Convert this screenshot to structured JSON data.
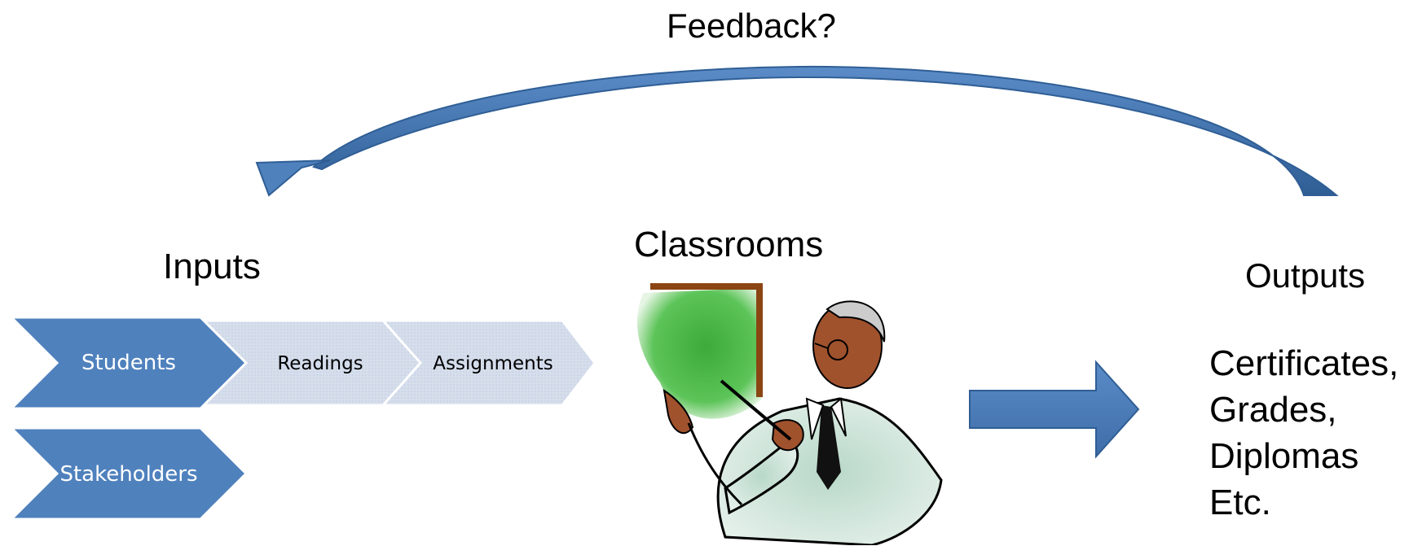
{
  "feedback": {
    "label": "Feedback?"
  },
  "inputs": {
    "title": "Inputs",
    "row1": [
      "Students",
      "Readings",
      "Assignments"
    ],
    "row2": [
      "Stakeholders"
    ]
  },
  "classrooms": {
    "title": "Classrooms"
  },
  "outputs": {
    "title": "Outputs",
    "items": [
      "Certificates,",
      "Grades,",
      "Diplomas",
      "Etc."
    ]
  },
  "colors": {
    "primary_blue": "#4F81BD",
    "light_chevron": "#D9E1EE",
    "arrow_blue": "#4A7DBA",
    "arrow_dark": "#2F5E95",
    "chalkboard_green": "#4CB848",
    "frame_brown": "#8B4513"
  },
  "icons": [
    "curved-feedback-arrow-icon",
    "right-arrow-icon",
    "teacher-clipart-icon"
  ]
}
